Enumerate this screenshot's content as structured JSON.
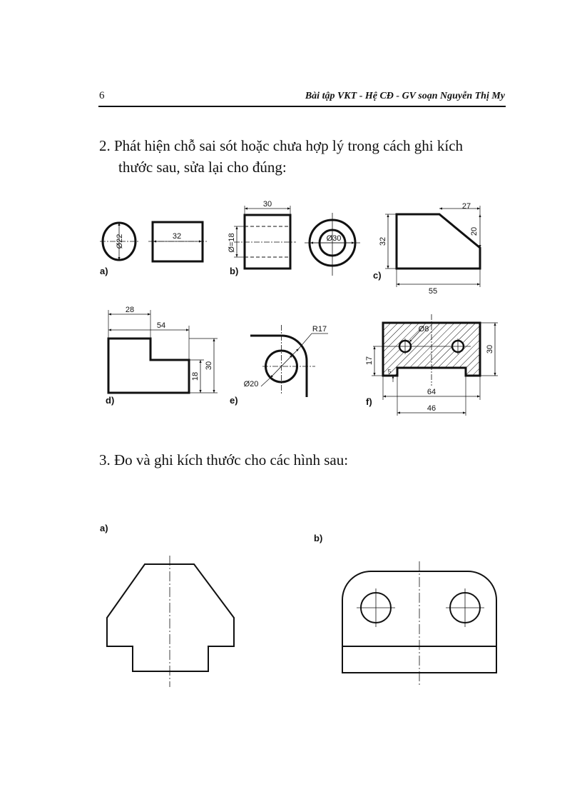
{
  "header": {
    "page_number": "6",
    "title": "Bài tập VKT - Hệ CĐ - GV soạn Nguyễn Thị My"
  },
  "exercise2": {
    "line1": "2. Phát hiện chỗ sai sót hoặc chưa hợp lý trong cách ghi kích",
    "line2": "thước sau, sửa lại cho đúng:",
    "figures": {
      "a": {
        "label": "a)",
        "dims": [
          "Ø22",
          "32"
        ]
      },
      "b": {
        "label": "b)",
        "dims": [
          "30",
          "Ø=18",
          "Ø30"
        ]
      },
      "c": {
        "label": "c)",
        "dims": [
          "27",
          "20",
          "32",
          "55"
        ]
      },
      "d": {
        "label": "d)",
        "dims": [
          "28",
          "54",
          "30",
          "18"
        ]
      },
      "e": {
        "label": "e)",
        "dims": [
          "R17",
          "Ø20"
        ]
      },
      "f": {
        "label": "f)",
        "dims": [
          "Ø8",
          "30",
          "17",
          "5",
          "64",
          "46"
        ]
      }
    }
  },
  "exercise3": {
    "title": "3. Đo và ghi kích thước cho các hình sau:",
    "figures": {
      "a": {
        "label": "a)"
      },
      "b": {
        "label": "b)"
      }
    }
  }
}
